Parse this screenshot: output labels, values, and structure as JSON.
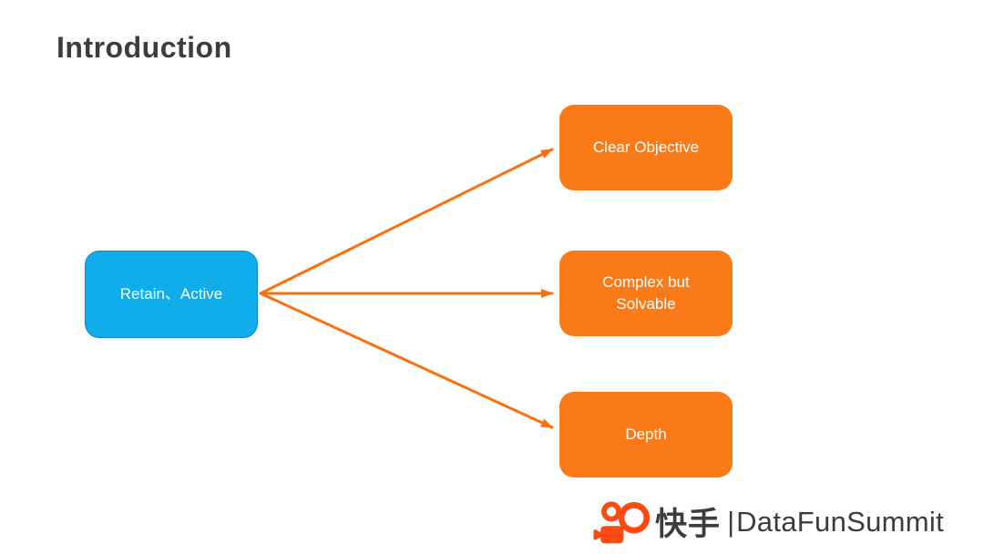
{
  "title": "Introduction",
  "diagram": {
    "source": {
      "label": "Retain、Active"
    },
    "targets": [
      {
        "label": "Clear Objective"
      },
      {
        "label": "Complex but Solvable"
      },
      {
        "label": "Depth"
      }
    ]
  },
  "footer": {
    "icon": "kuaishou-camera-icon",
    "brand": "快手",
    "divider": "|",
    "event": "DataFunSummit"
  },
  "colors": {
    "background": "#FFFFFF",
    "title_text": "#3D3D3D",
    "source_fill": "#0FADE9",
    "source_border": "#1F83C5",
    "target_fill": "#FA7A18",
    "arrow": "#F8700F",
    "logo_orange": "#FE4A10",
    "footer_text": "#3C3C3C"
  }
}
